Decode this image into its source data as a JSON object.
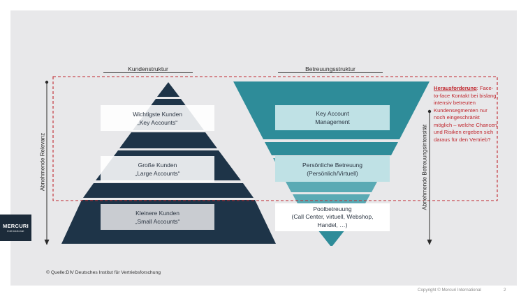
{
  "headers": {
    "left": "Kundenstruktur",
    "right": "Betreuungsstruktur"
  },
  "axis_labels": {
    "left": "Abnehmende  Relevanz",
    "right": "Abnehmende  Betreuungsintensität"
  },
  "left_pyramid": {
    "levels": [
      {
        "label": "Wichtigste Kunden\n„Key Accounts“"
      },
      {
        "label": "Große Kunden\n„Large Accounts“"
      },
      {
        "label": "Kleinere Kunden\n„Small Accounts“"
      }
    ]
  },
  "right_pyramid": {
    "levels": [
      {
        "label": "Key Account\nManagement"
      },
      {
        "label": "Persönliche Betreuung\n(Persönlich/Virtuell)"
      },
      {
        "label": "Poolbetreuung\n(Call Center, virtuell, Webshop,\nHandel, …)"
      }
    ]
  },
  "callout": {
    "title": "Herausforderung",
    "text": ": Face-to-face Kontakt bei bislang intensiv betreuten Kundensegmenten nur noch eingeschränkt möglich – welche Chancen und Risiken ergeben sich daraus für den Vertrieb?"
  },
  "logo": {
    "brand": "MERCURI",
    "sub": "international"
  },
  "source": "© Quelle:DIV Deutsches Institut für Vertriebsforschung",
  "footer": {
    "copyright": "Copyright © Mercuri International",
    "page_number": "2"
  },
  "colors": {
    "navy": "#1e3448",
    "teal_dark": "#2e8c99",
    "teal_mid": "#5aaab4",
    "callout_red": "#c0262d"
  }
}
